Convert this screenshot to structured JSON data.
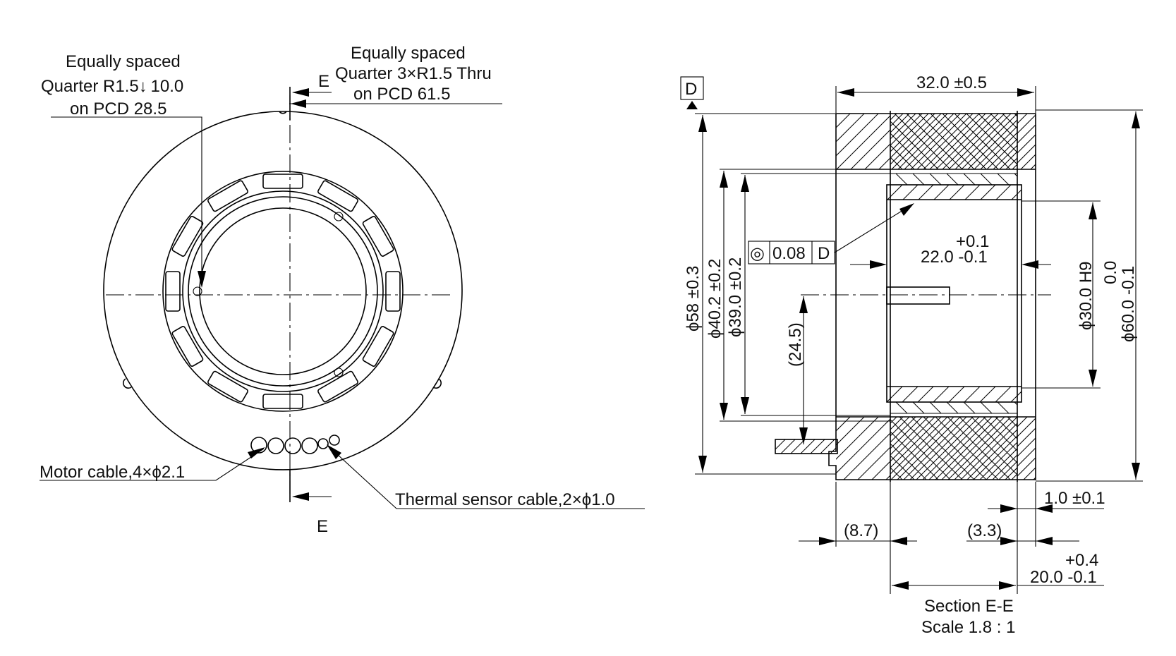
{
  "front_view": {
    "callout_inner_holes": [
      "Equally spaced",
      "Quarter R1.5↓ 10.0",
      "on PCD 28.5"
    ],
    "callout_outer_holes": [
      "Equally spaced",
      "Quarter 3×R1.5 Thru",
      "on PCD 61.5"
    ],
    "section_mark_top": "E",
    "section_mark_bottom": "E",
    "motor_cable": "Motor cable,4×ϕ2.1",
    "thermal_cable": "Thermal sensor cable,2×ϕ1.0"
  },
  "section_view": {
    "datum": "D",
    "width_overall": "32.0 ±0.5",
    "dia_58": "ϕ58 ±0.3",
    "dia_40_2": "ϕ40.2 ±0.2",
    "dia_39": "ϕ39.0 ±0.2",
    "concentricity_symbol": "◎",
    "concentricity_value": "0.08",
    "concentricity_datum": "D",
    "bore_tol_upper": "+0.1",
    "bore_len": "22.0 -0.1",
    "dia_30": "ϕ30.0 H9",
    "dia_60_upper": "0.0",
    "dia_60": "ϕ60.0 -0.1",
    "height_24_5": "(24.5)",
    "gap_1_0": "1.0 ±0.1",
    "dim_8_7": "(8.7)",
    "dim_3_3": "(3.3)",
    "dim_20_upper": "+0.4",
    "dim_20": "20.0 -0.1",
    "caption_title": "Section E-E",
    "caption_scale": "Scale 1.8 : 1"
  }
}
